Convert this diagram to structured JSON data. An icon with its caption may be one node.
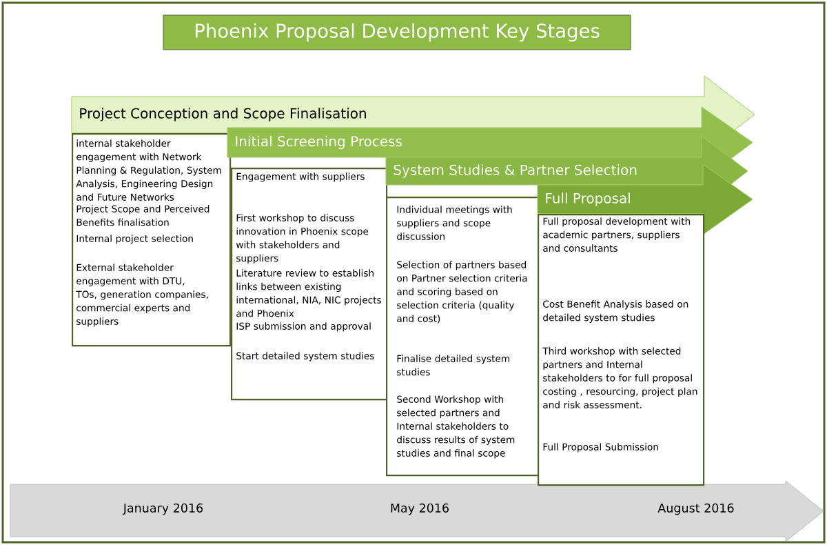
{
  "diagram": {
    "title": "Phoenix Proposal Development Key Stages",
    "nodes": [
      {
        "text": [
          "Project Conception and Scope Finalisation"
        ]
      },
      {
        "text": [
          "internal stakeholder engagement with Network Planning & Regulation, System Analysis, Engineering Design and Future Networks",
          "Project Scope and Perceived Benefits finalisation",
          "Internal project selection",
          "External stakeholder engagement with DTU, TOs, generation companies, commercial experts and suppliers"
        ]
      },
      {
        "text": [
          "Initial Screening Process"
        ]
      },
      {
        "text": [
          "Engagement with suppliers",
          "First workshop to discuss innovation in Phoenix scope with stakeholders and suppliers",
          "Literature review to establish links between existing international, NIA, NIC projects and Phoenix",
          "ISP submission and approval",
          "Start detailed system studies"
        ]
      },
      {
        "text": [
          "System Studies & Partner Selection"
        ]
      },
      {
        "text": [
          "Individual meetings with suppliers and scope discussion",
          "Selection of partners based on Partner selection criteria and scoring based on selection criteria (quality and cost)",
          "Finalise detailed system studies",
          "Second Workshop with selected partners and Internal stakeholders to discuss results of system studies and final scope"
        ]
      },
      {
        "text": [
          "Full Proposal"
        ]
      },
      {
        "text": [
          "Full proposal development with academic partners, suppliers and consultants",
          "Cost Benefit Analysis based on detailed system studies",
          "Third workshop with selected partners and Internal stakeholders to for full proposal costing , resourcing, project plan and risk assessment.",
          "Full Proposal Submission"
        ]
      }
    ],
    "edges": [],
    "labels": [
      "January 2016",
      "May 2016",
      "August 2016"
    ]
  }
}
